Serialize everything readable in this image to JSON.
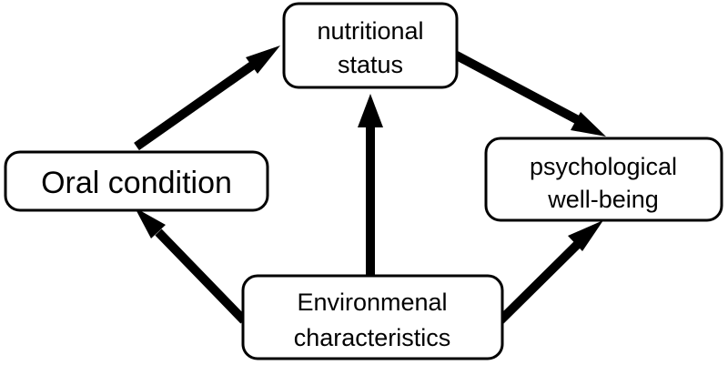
{
  "nodes": {
    "nutritional_status": {
      "line1": "nutritional",
      "line2": "status"
    },
    "oral_condition": {
      "line1": "Oral condition"
    },
    "psychological_wellbeing": {
      "line1": "psychological",
      "line2": "well-being"
    },
    "environmental_characteristics": {
      "line1": "Environmenal",
      "line2": "characteristics"
    }
  },
  "edges": [
    {
      "from": "oral_condition",
      "to": "nutritional_status"
    },
    {
      "from": "nutritional_status",
      "to": "psychological_wellbeing"
    },
    {
      "from": "environmental_characteristics",
      "to": "nutritional_status"
    },
    {
      "from": "environmental_characteristics",
      "to": "oral_condition"
    },
    {
      "from": "environmental_characteristics",
      "to": "psychological_wellbeing"
    }
  ],
  "colors": {
    "stroke": "#000000",
    "fill": "#ffffff",
    "text": "#000000"
  }
}
